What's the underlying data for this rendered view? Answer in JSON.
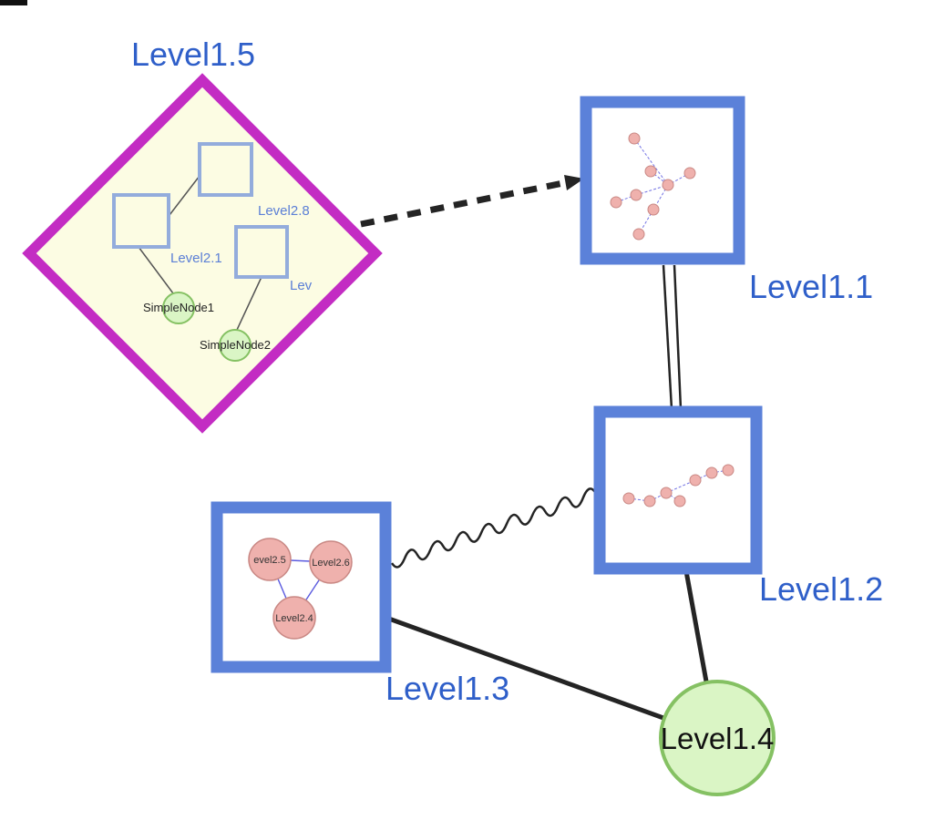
{
  "diagram": {
    "labels": {
      "level15": "Level1.5",
      "level11": "Level1.1",
      "level12": "Level1.2",
      "level13": "Level1.3",
      "level14": "Level1.4",
      "level28": "Level2.8",
      "level21": "Level2.1",
      "lev": "Lev",
      "simplenode1": "SimpleNode1",
      "simplenode2": "SimpleNode2",
      "sub25": "evel2.5",
      "sub26": "Level2.6",
      "sub24": "Level2.4"
    },
    "colors": {
      "label_blue": "#2f5fc9",
      "inner_label_blue": "#5b7fd6",
      "diamond_border": "#c32cc3",
      "diamond_fill": "#fcfce3",
      "group_border": "#5b81d9",
      "inner_square_border": "#93acdc",
      "green_fill": "#daf5c5",
      "green_border": "#85c163",
      "pink_fill": "#efb1ad",
      "pink_border": "#c98884",
      "mini_edge": "#5a5adf",
      "edge_dark": "#242424"
    },
    "graph": {
      "nodes": [
        {
          "id": "Level1.5",
          "type": "group-diamond",
          "label": "Level1.5",
          "children": [
            "Level2.8",
            "Level2.1",
            "Lev",
            "SimpleNode1",
            "SimpleNode2"
          ]
        },
        {
          "id": "Level1.1",
          "type": "group-square",
          "label": "Level1.1"
        },
        {
          "id": "Level1.2",
          "type": "group-square",
          "label": "Level1.2"
        },
        {
          "id": "Level1.3",
          "type": "group-square",
          "label": "Level1.3",
          "children": [
            "evel2.5",
            "Level2.6",
            "Level2.4"
          ]
        },
        {
          "id": "Level1.4",
          "type": "circle",
          "label": "Level1.4"
        }
      ],
      "edges": [
        {
          "from": "Level1.5",
          "to": "Level1.1",
          "style": "dashed-arrow"
        },
        {
          "from": "Level1.1",
          "to": "Level1.2",
          "style": "double-line"
        },
        {
          "from": "Level1.3",
          "to": "Level1.2",
          "style": "wavy"
        },
        {
          "from": "Level1.3",
          "to": "Level1.4",
          "style": "solid"
        },
        {
          "from": "Level1.2",
          "to": "Level1.4",
          "style": "solid"
        }
      ]
    }
  }
}
